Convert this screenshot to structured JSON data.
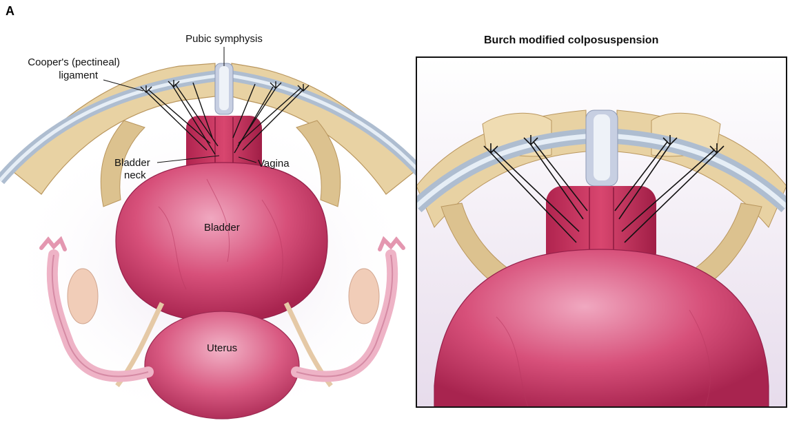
{
  "figure": {
    "panel_letter": "A",
    "inset_title": "Burch modified colposuspension",
    "labels": {
      "pubic_symphysis": "Pubic symphysis",
      "coopers_line1": "Cooper's (pectineal)",
      "coopers_line2": "ligament",
      "bladder_neck_line1": "Bladder",
      "bladder_neck_line2": "neck",
      "vagina": "Vagina",
      "bladder": "Bladder",
      "uterus": "Uterus"
    }
  },
  "colors": {
    "bone": "#e8d2a3",
    "bone_shadow": "#c9aa72",
    "ligament": "#aebdd0",
    "ligament_highlight": "#e6eef6",
    "organ": "#d7507a",
    "organ_dark": "#a8244f",
    "organ_light": "#f0a8c0",
    "adnexa": "#eeb3c6",
    "ovary": "#f1cdb8",
    "background_glow": "#efe6f2",
    "suture": "#111111"
  }
}
